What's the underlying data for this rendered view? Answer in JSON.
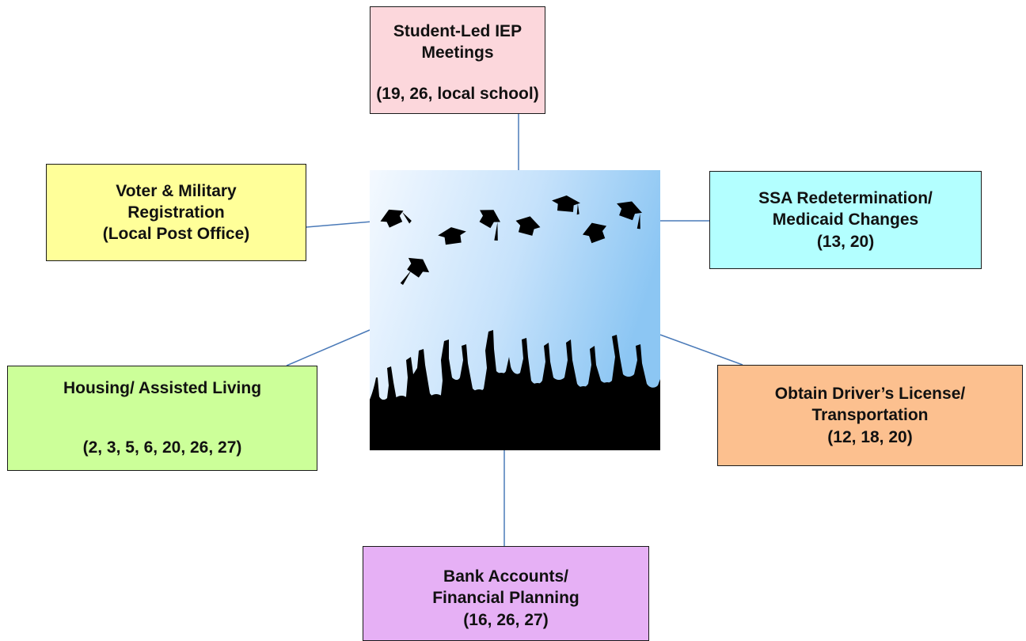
{
  "colors": {
    "connector": "#4a7ab8",
    "iep_fill": "#fcd7dc",
    "voter_fill": "#ffff99",
    "ssa_fill": "#b3ffff",
    "housing_fill": "#ccff99",
    "driver_fill": "#fcc08f",
    "bank_fill": "#e6b0f5"
  },
  "nodes": {
    "iep": {
      "line1": "Student-Led IEP Meetings",
      "line2": "(19, 26, local school)"
    },
    "voter": {
      "line1": "Voter & Military",
      "line2": "Registration",
      "line3": "(Local Post Office)"
    },
    "ssa": {
      "line1": "SSA Redetermination/",
      "line2": "Medicaid Changes",
      "line3": "(13, 20)"
    },
    "housing": {
      "line1": "Housing/ Assisted Living",
      "line2": "(2, 3, 5, 6, 20, 26, 27)"
    },
    "driver": {
      "line1": "Obtain Driver’s License/",
      "line2": "Transportation",
      "line3": "(12, 18, 20)"
    },
    "bank": {
      "line1": "Bank Accounts/",
      "line2": "Financial Planning",
      "line3": "(16, 26, 27)"
    }
  },
  "center_image": {
    "icon": "graduation-cap-toss-silhouette"
  }
}
